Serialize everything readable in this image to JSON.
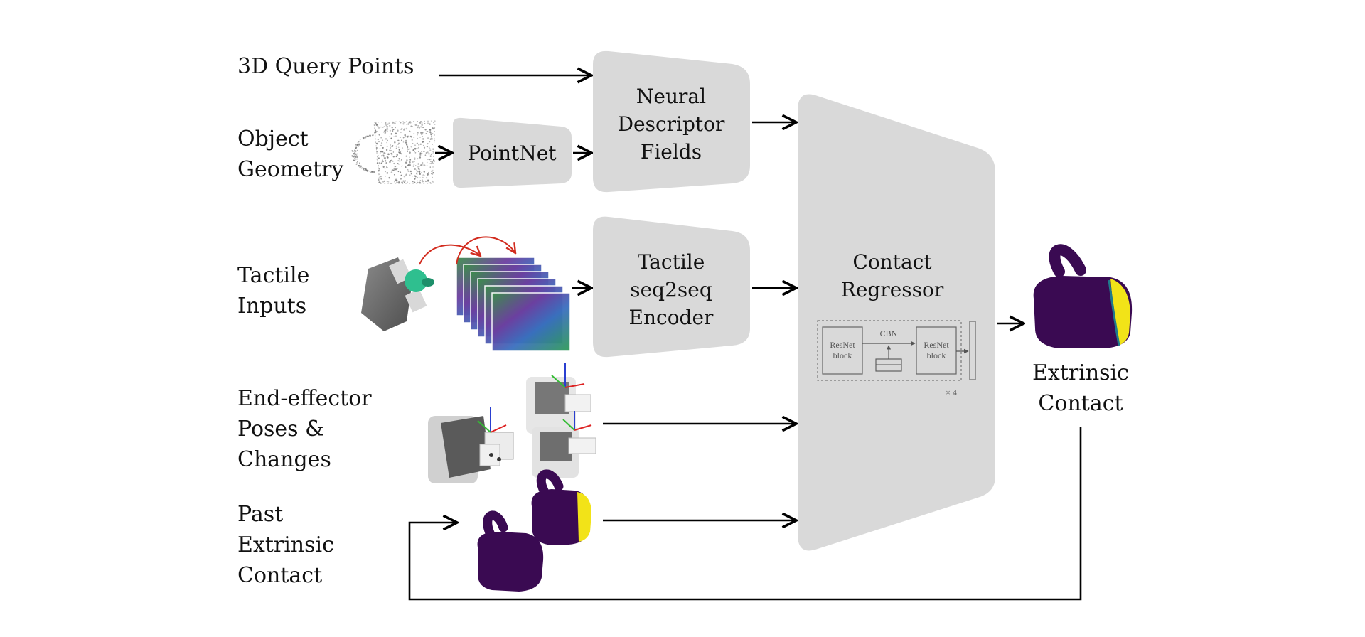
{
  "inputs": {
    "query_points": "3D Query Points",
    "object_geometry": [
      "Object",
      "Geometry"
    ],
    "tactile_inputs": [
      "Tactile",
      "Inputs"
    ],
    "ee_poses": [
      "End-effector",
      "Poses &",
      "Changes"
    ],
    "past_contact": [
      "Past",
      "Extrinsic",
      "Contact"
    ]
  },
  "blocks": {
    "pointnet": "PointNet",
    "ndf": [
      "Neural",
      "Descriptor",
      "Fields"
    ],
    "tactile_encoder": [
      "Tactile",
      "seq2seq",
      "Encoder"
    ],
    "regressor": [
      "Contact",
      "Regressor"
    ]
  },
  "regressor_detail": {
    "block_a": [
      "ResNet",
      "block"
    ],
    "block_b": [
      "ResNet",
      "block"
    ],
    "cbn": "CBN",
    "repeat": "× 4"
  },
  "output": [
    "Extrinsic",
    "Contact"
  ],
  "colors": {
    "block_fill": "#d9d9d9",
    "mug_purple": "#3a0a52",
    "contact_yellow": "#f2e318",
    "arrow_red": "#d22c1f",
    "sensor_green": "#2fbf8f"
  }
}
